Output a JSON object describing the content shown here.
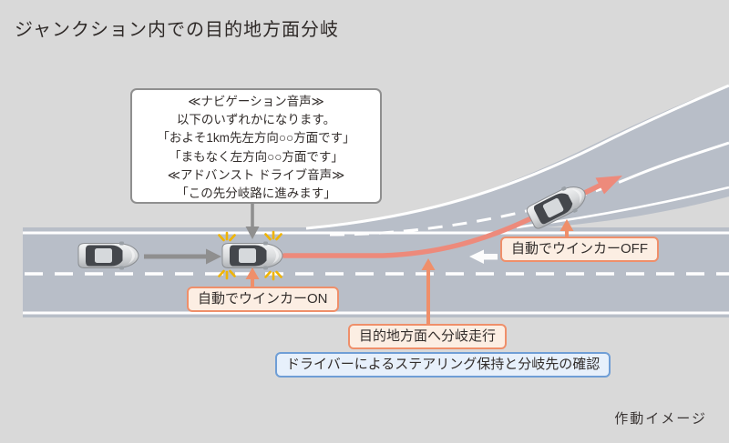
{
  "title": "ジャンクション内での目的地方面分岐",
  "footer": "作動イメージ",
  "callout": {
    "lines": [
      "≪ナビゲーション音声≫",
      "以下のいずれかになります。",
      "「およそ1km先左方向○○方面です」",
      "「まもなく左方向○○方面です」",
      "≪アドバンスト ドライブ音声≫",
      "「この先分岐路に進みます」"
    ]
  },
  "labels": {
    "winker_on": "自動でウインカーON",
    "winker_off": "自動でウインカーOFF",
    "branch_run": "目的地方面へ分岐走行",
    "driver_check": "ドライバーによるステアリング保持と分岐先の確認"
  },
  "icons": {
    "forward_arrow": "gray right arrow between cars",
    "callout_pointer": "gray down arrow from voice callout",
    "pointer_arrows": "salmon up arrows from labels",
    "route_arrow": "red route line with arrowhead along branch",
    "turn_signal_flash": "yellow blinker bursts on car corners",
    "road_marking_arrow": "white painted lane arrow"
  },
  "colors": {
    "background": "#D9D9D9",
    "road": "#B8BEC8",
    "lane_line": "#FFFFFF",
    "route": "#ED8A7B",
    "accent": "#EF8F6A",
    "accent_fill": "#FCEEE3",
    "info_border": "#6F9ED6",
    "info_fill": "#E7F0FB",
    "callout_border": "#8F8F8F",
    "text": "#332E2C",
    "signal": "#F0B400"
  }
}
